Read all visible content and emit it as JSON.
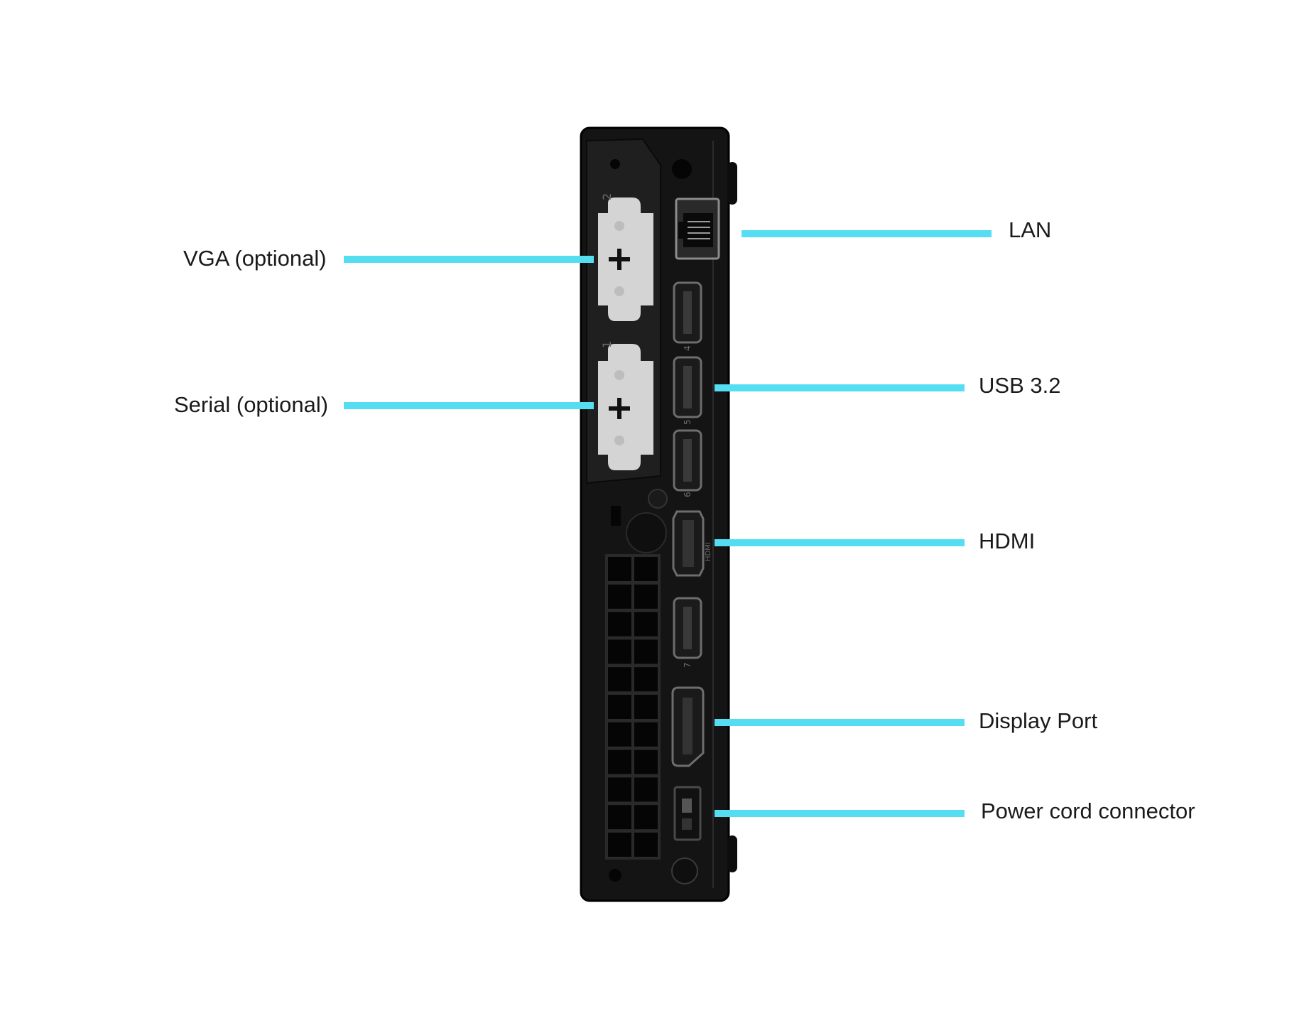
{
  "labels": {
    "vga": "VGA (optional)",
    "serial": "Serial (optional)",
    "lan": "LAN",
    "usb": "USB 3.2",
    "hdmi": "HDMI",
    "displayport": "Display Port",
    "power": "Power cord connector"
  },
  "port_marks": {
    "slot_top": "2",
    "slot_bottom": "1",
    "usb_numbers": [
      "4",
      "5",
      "6",
      "7"
    ],
    "hdmi_text": "HDMI"
  },
  "colors": {
    "leader_line": "#55ddf2",
    "chassis": "#141414",
    "panel": "#1e1e1e",
    "blank_plate": "#d4d4d4"
  }
}
